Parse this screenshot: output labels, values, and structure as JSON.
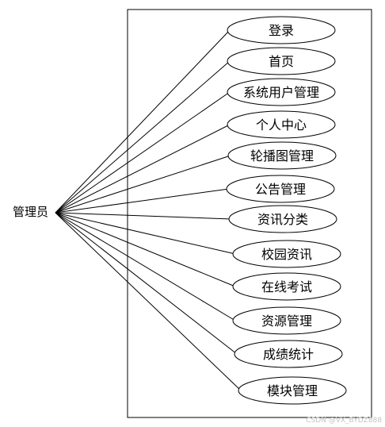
{
  "actor": {
    "label": "管理员"
  },
  "use_cases": [
    "登录",
    "首页",
    "系统用户管理",
    "个人中心",
    "轮播图管理",
    "公告管理",
    "资讯分类",
    "校园资讯",
    "在线考试",
    "资源管理",
    "成绩统计",
    "模块管理"
  ],
  "watermark": "CSDN @VX_BYDZ888"
}
